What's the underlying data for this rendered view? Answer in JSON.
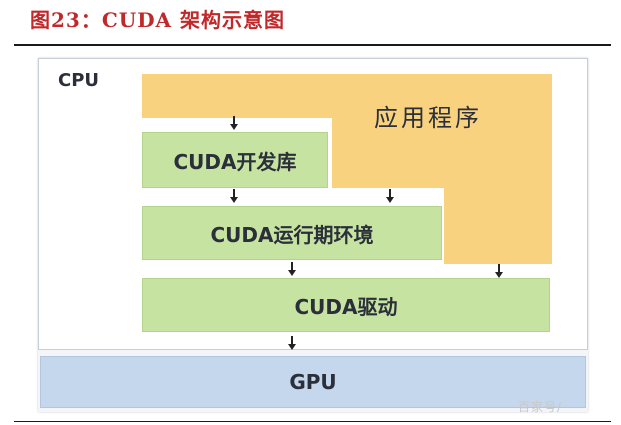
{
  "caption": "图23：CUDA 架构示意图",
  "diagram": {
    "cpu_label": "CPU",
    "application_label": "应用程序",
    "cuda_library_label": "CUDA开发库",
    "cuda_runtime_label": "CUDA运行期环境",
    "cuda_driver_label": "CUDA驱动",
    "gpu_label": "GPU"
  },
  "colors": {
    "caption": "#c0282a",
    "application": "#f9d27f",
    "cuda_layers": "#c7e3a2",
    "gpu": "#c5d7ec"
  },
  "watermark": "百家号/"
}
